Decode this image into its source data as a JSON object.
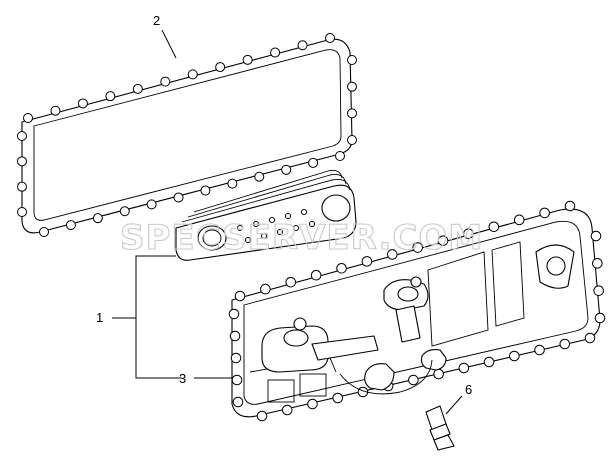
{
  "watermark": "SPECSERVER.COM",
  "callouts": {
    "c1": "1",
    "c2": "2",
    "c3": "3",
    "c6": "6"
  }
}
